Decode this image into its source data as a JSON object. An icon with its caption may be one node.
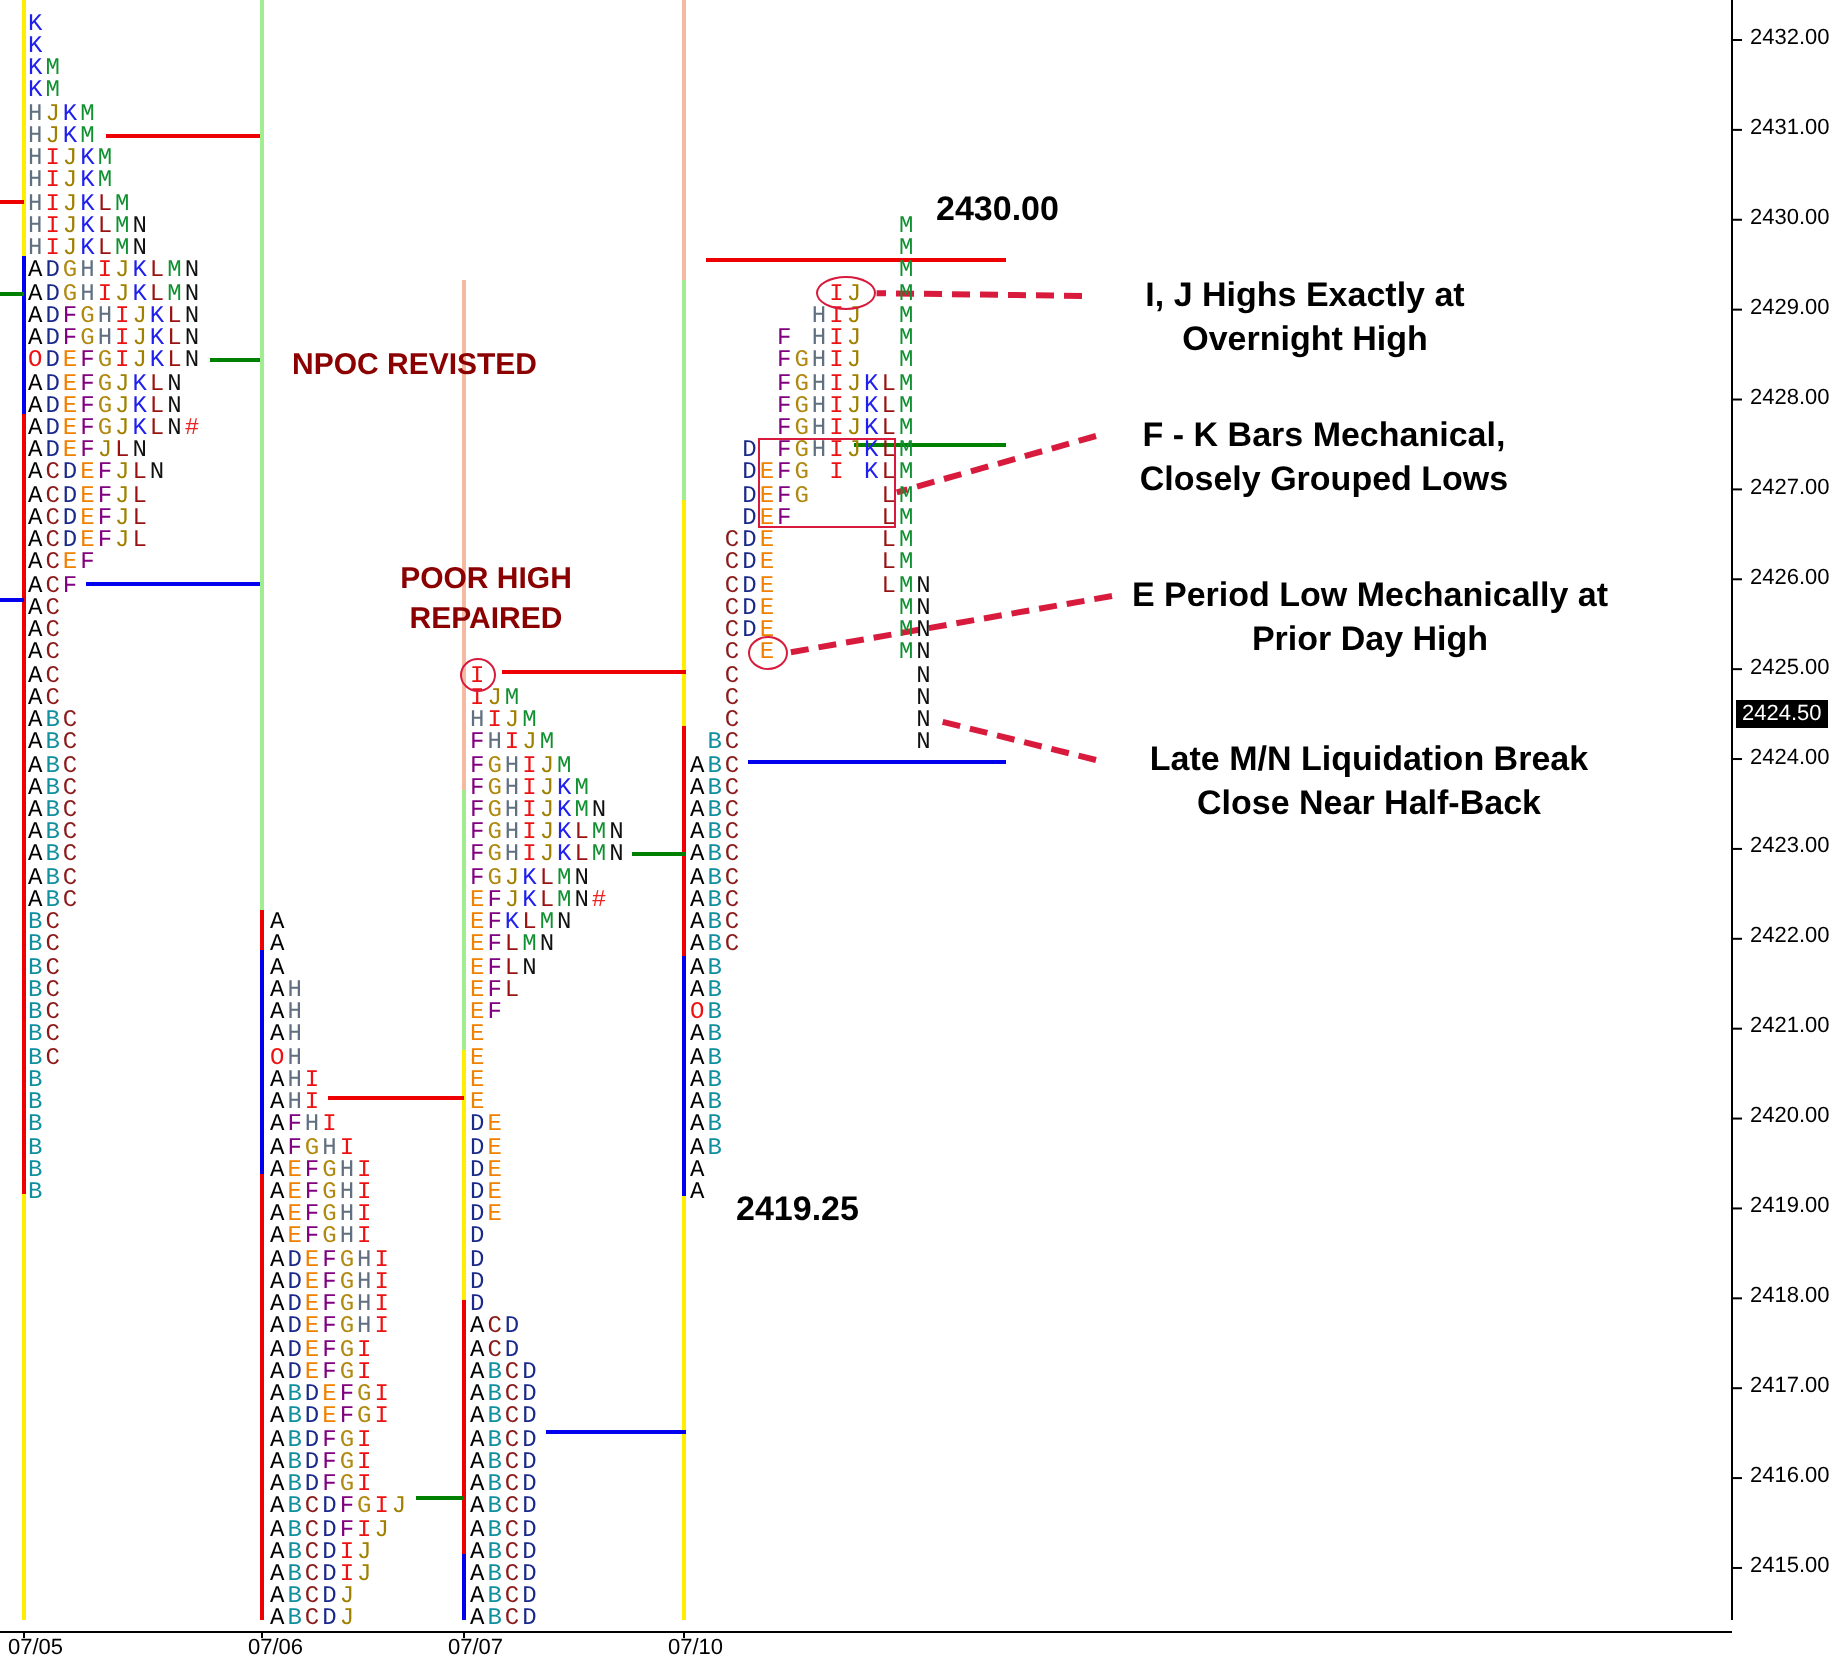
{
  "diagram": {
    "nodes": [
      {
        "text": [
          "I, J Highs Exactly at Overnight High"
        ]
      },
      {
        "text": [],
        "shape": "circle"
      },
      {
        "text": [
          "F - K Bars Mechanical, Closely Grouped Lows"
        ]
      },
      {
        "text": [],
        "shape": "box"
      },
      {
        "text": [
          "E Period Low Mechanically at Prior Day High"
        ]
      },
      {
        "text": [],
        "shape": "circle"
      },
      {
        "text": [
          "Late M/N Liquidation Break Close Near Half-Back"
        ]
      },
      {
        "text": [],
        "shape": "circle"
      },
      {
        "text": [
          "N"
        ]
      }
    ],
    "edges": [
      {
        "from": 0,
        "to": 1,
        "arrow": "none",
        "style": "dashed"
      },
      {
        "from": 2,
        "to": 3,
        "arrow": "none",
        "style": "dashed"
      },
      {
        "from": 4,
        "to": 5,
        "arrow": "none",
        "style": "dashed"
      },
      {
        "from": 6,
        "to": 8,
        "arrow": "none",
        "style": "dashed"
      }
    ],
    "labels": [
      "K",
      "K",
      "KM",
      "KM",
      "HJKM",
      "HJKM",
      "HIJKM",
      "HIJKM",
      "HIJKLM",
      "HIJKLMN",
      "HIJKLMN",
      "ADGHIJKLMN",
      "ADGHIJKLMN",
      "ADFGHIJKLN",
      "ADFGHIJKLN",
      "ODEFGIJKLN",
      "ADEFGJKLN",
      "ADEFGJKLN",
      "ADEFGJKLN#",
      "ADEFJLN",
      "ACDEFJLN",
      "ACDEFJL",
      "ACDEFJL",
      "ACDEFJL",
      "ACEF",
      "ACF",
      "AC",
      "AC",
      "AC",
      "AC",
      "AC",
      "ABC",
      "ABC",
      "ABC",
      "ABC",
      "ABC",
      "ABC",
      "ABC",
      "ABC",
      "ABC",
      "BC",
      "BC",
      "BC",
      "BC",
      "BC",
      "BC",
      "BC",
      "B",
      "B",
      "B",
      "B",
      "B",
      "B",
      "A",
      "A",
      "A",
      "AH",
      "AH",
      "AH",
      "OH",
      "AHI",
      "AHI",
      "AFHI",
      "AFGHI",
      "AEFGHI",
      "AEFGHI",
      "AEFGHI",
      "AEFGHI",
      "ADEFGHI",
      "ADEFGHI",
      "ADEFGHI",
      "ADEFGHI",
      "ADEFGI",
      "ADEFGI",
      "ABDEFGI",
      "ABDEFGI",
      "ABDFGI",
      "ABDFGI",
      "ABDFGI",
      "ABCDFGIJ",
      "ABCDFIJ",
      "ABCDIJ",
      "ABCDIJ",
      "ABCDJ",
      "ABCDJ",
      "I",
      "IJM",
      "HIJM",
      "FHIJM",
      "FGHIJM",
      "FGHIJKM",
      "FGHIJKMN",
      "FGHIJKLMN",
      "FGHIJKLMN",
      "FGJKLMN",
      "EFJKLMN#",
      "EFKLMN",
      "EFLMN",
      "EFLN",
      "EFL",
      "EF",
      "E",
      "E",
      "E",
      "E",
      "DE",
      "DE",
      "DE",
      "DE",
      "DE",
      "D",
      "D",
      "D",
      "D",
      "ACD",
      "ACD",
      "ABCD",
      "ABCD",
      "ABCD",
      "ABCD",
      "ABCD",
      "ABCD",
      "ABCD",
      "ABCD",
      "ABCD",
      "ABCD",
      "ABCD",
      "ABCD",
      "            M",
      "            M",
      "            M",
      "        IJ  M",
      "       HIJ  M",
      "     F HIJ  M",
      "     FGHIJ  M",
      "     FGHIJKLM",
      "     FGHIJKLM",
      "     FGHIJKLM",
      "   D FGHIJKLM",
      "   DEFG I KLM",
      "   DEFG    LM",
      "   DEF     LM",
      "  CDE      LM",
      "  CDE      LM",
      "  CDE      LMN",
      "  CDE       MN",
      "  CDE       MN",
      "  C E       MN",
      "  C",
      "  C",
      "  C",
      " BC",
      "ABC",
      "ABC",
      "ABC",
      "ABC",
      "ABC",
      "ABC",
      "ABC",
      "ABC",
      "ABC",
      "AB",
      "AB",
      "OB",
      "AB",
      "AB",
      "AB",
      "AB",
      "AB",
      "AB",
      "A",
      "A",
      "N",
      "N",
      "N",
      "2430.00",
      "NPOC REVISTED",
      "POOR HIGH REPAIRED",
      "2419.25",
      "2432.00",
      "2431.00",
      "2430.00",
      "2429.00",
      "2428.00",
      "2427.00",
      "2426.00",
      "2425.00",
      "2424.00",
      "2423.00",
      "2422.00",
      "2421.00",
      "2420.00",
      "2419.00",
      "2418.00",
      "2417.00",
      "2416.00",
      "2415.00",
      "2424.50",
      "07/05",
      "07/06",
      "07/07",
      "07/10"
    ]
  }
}
